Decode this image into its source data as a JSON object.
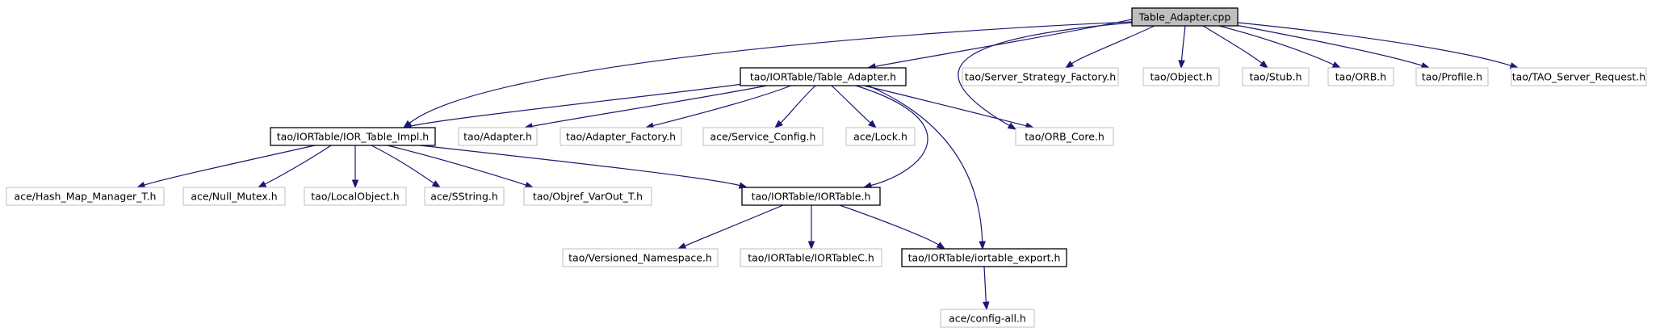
{
  "diagram": {
    "nodes": [
      {
        "id": "table_adapter_cpp",
        "label": "Table_Adapter.cpp",
        "kind": "root"
      },
      {
        "id": "table_adapter_h",
        "label": "tao/IORTable/Table_Adapter.h",
        "kind": "documented"
      },
      {
        "id": "server_strategy_factory_h",
        "label": "tao/Server_Strategy_Factory.h",
        "kind": "external"
      },
      {
        "id": "object_h",
        "label": "tao/Object.h",
        "kind": "external"
      },
      {
        "id": "stub_h",
        "label": "tao/Stub.h",
        "kind": "external"
      },
      {
        "id": "orb_h",
        "label": "tao/ORB.h",
        "kind": "external"
      },
      {
        "id": "profile_h",
        "label": "tao/Profile.h",
        "kind": "external"
      },
      {
        "id": "tao_server_request_h",
        "label": "tao/TAO_Server_Request.h",
        "kind": "external"
      },
      {
        "id": "ior_table_impl_h",
        "label": "tao/IORTable/IOR_Table_Impl.h",
        "kind": "documented"
      },
      {
        "id": "adapter_h",
        "label": "tao/Adapter.h",
        "kind": "external"
      },
      {
        "id": "adapter_factory_h",
        "label": "tao/Adapter_Factory.h",
        "kind": "external"
      },
      {
        "id": "service_config_h",
        "label": "ace/Service_Config.h",
        "kind": "external"
      },
      {
        "id": "lock_h",
        "label": "ace/Lock.h",
        "kind": "external"
      },
      {
        "id": "orb_core_h",
        "label": "tao/ORB_Core.h",
        "kind": "external"
      },
      {
        "id": "hash_map_manager_t_h",
        "label": "ace/Hash_Map_Manager_T.h",
        "kind": "external"
      },
      {
        "id": "null_mutex_h",
        "label": "ace/Null_Mutex.h",
        "kind": "external"
      },
      {
        "id": "localobject_h",
        "label": "tao/LocalObject.h",
        "kind": "external"
      },
      {
        "id": "sstring_h",
        "label": "ace/SString.h",
        "kind": "external"
      },
      {
        "id": "objref_varout_t_h",
        "label": "tao/Objref_VarOut_T.h",
        "kind": "external"
      },
      {
        "id": "iortable_h",
        "label": "tao/IORTable/IORTable.h",
        "kind": "documented"
      },
      {
        "id": "versioned_namespace_h",
        "label": "tao/Versioned_Namespace.h",
        "kind": "external"
      },
      {
        "id": "iortablec_h",
        "label": "tao/IORTable/IORTableC.h",
        "kind": "external"
      },
      {
        "id": "iortable_export_h",
        "label": "tao/IORTable/iortable_export.h",
        "kind": "documented"
      },
      {
        "id": "config_all_h",
        "label": "ace/config-all.h",
        "kind": "external"
      }
    ],
    "edges": [
      {
        "from": "table_adapter_cpp",
        "to": "ior_table_impl_h"
      },
      {
        "from": "table_adapter_cpp",
        "to": "table_adapter_h"
      },
      {
        "from": "table_adapter_cpp",
        "to": "orb_core_h"
      },
      {
        "from": "table_adapter_cpp",
        "to": "server_strategy_factory_h"
      },
      {
        "from": "table_adapter_cpp",
        "to": "object_h"
      },
      {
        "from": "table_adapter_cpp",
        "to": "stub_h"
      },
      {
        "from": "table_adapter_cpp",
        "to": "orb_h"
      },
      {
        "from": "table_adapter_cpp",
        "to": "profile_h"
      },
      {
        "from": "table_adapter_cpp",
        "to": "tao_server_request_h"
      },
      {
        "from": "table_adapter_h",
        "to": "ior_table_impl_h"
      },
      {
        "from": "table_adapter_h",
        "to": "adapter_h"
      },
      {
        "from": "table_adapter_h",
        "to": "adapter_factory_h"
      },
      {
        "from": "table_adapter_h",
        "to": "service_config_h"
      },
      {
        "from": "table_adapter_h",
        "to": "lock_h"
      },
      {
        "from": "table_adapter_h",
        "to": "orb_core_h"
      },
      {
        "from": "table_adapter_h",
        "to": "iortable_h"
      },
      {
        "from": "table_adapter_h",
        "to": "iortable_export_h"
      },
      {
        "from": "ior_table_impl_h",
        "to": "hash_map_manager_t_h"
      },
      {
        "from": "ior_table_impl_h",
        "to": "null_mutex_h"
      },
      {
        "from": "ior_table_impl_h",
        "to": "localobject_h"
      },
      {
        "from": "ior_table_impl_h",
        "to": "sstring_h"
      },
      {
        "from": "ior_table_impl_h",
        "to": "objref_varout_t_h"
      },
      {
        "from": "ior_table_impl_h",
        "to": "iortable_h"
      },
      {
        "from": "iortable_h",
        "to": "versioned_namespace_h"
      },
      {
        "from": "iortable_h",
        "to": "iortablec_h"
      },
      {
        "from": "iortable_h",
        "to": "iortable_export_h"
      },
      {
        "from": "iortable_export_h",
        "to": "config_all_h"
      }
    ]
  }
}
